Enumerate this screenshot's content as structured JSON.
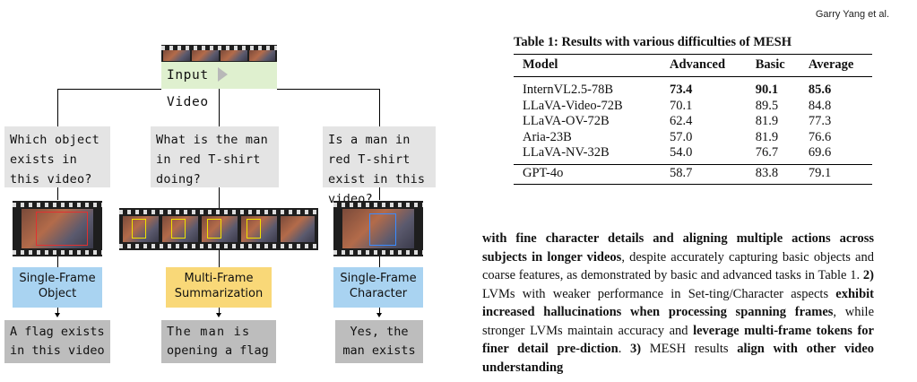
{
  "header": {
    "author": "Garry Yang et al."
  },
  "figure": {
    "input": {
      "left": "Input",
      "right": "Video"
    },
    "questions": [
      "Which object exists in this video?",
      "What is the man in red T-shirt doing?",
      "Is a man in red T-shirt exist in this video?"
    ],
    "tags": [
      {
        "line1": "Single-Frame",
        "line2": "Object",
        "color": "#a9d3f1"
      },
      {
        "line1": "Multi-Frame",
        "line2": "Summarization",
        "color": "#f9d878"
      },
      {
        "line1": "Single-Frame",
        "line2": "Character",
        "color": "#a9d3f1"
      }
    ],
    "answers": [
      {
        "line1": "A flag exists",
        "line2": "in this video"
      },
      {
        "line1": "The man is",
        "line2": "opening a flag"
      },
      {
        "line1": "Yes, the",
        "line2": "man exists"
      }
    ]
  },
  "table": {
    "caption": "Table 1: Results with various difficulties of MESH",
    "headers": [
      "Model",
      "Advanced",
      "Basic",
      "Average"
    ],
    "rows": [
      [
        "InternVL2.5-78B",
        "73.4",
        "90.1",
        "85.6"
      ],
      [
        "LLaVA-Video-72B",
        "70.1",
        "89.5",
        "84.8"
      ],
      [
        "LLaVA-OV-72B",
        "62.4",
        "81.9",
        "77.3"
      ],
      [
        "Aria-23B",
        "57.0",
        "81.9",
        "76.6"
      ],
      [
        "LLaVA-NV-32B",
        "54.0",
        "76.7",
        "69.6"
      ],
      [
        "GPT-4o",
        "58.7",
        "83.8",
        "79.1"
      ]
    ]
  },
  "body": {
    "b1": "with fine character details and aligning multiple actions across subjects in longer videos",
    "t1": ", despite accurately capturing basic objects and coarse features, as demonstrated by basic and advanced tasks in Table 1. ",
    "n2": "2)",
    "t2": " LVMs with weaker performance in Set-ting/Character aspects ",
    "b2": "exhibit increased hallucinations when processing spanning frames",
    "t3": ", while stronger LVMs maintain accuracy and ",
    "b3": "leverage multi-frame tokens for finer detail pre-diction",
    "t4": ". ",
    "n3": "3)",
    "t5": " MESH results ",
    "b4": "align with other video understanding"
  }
}
